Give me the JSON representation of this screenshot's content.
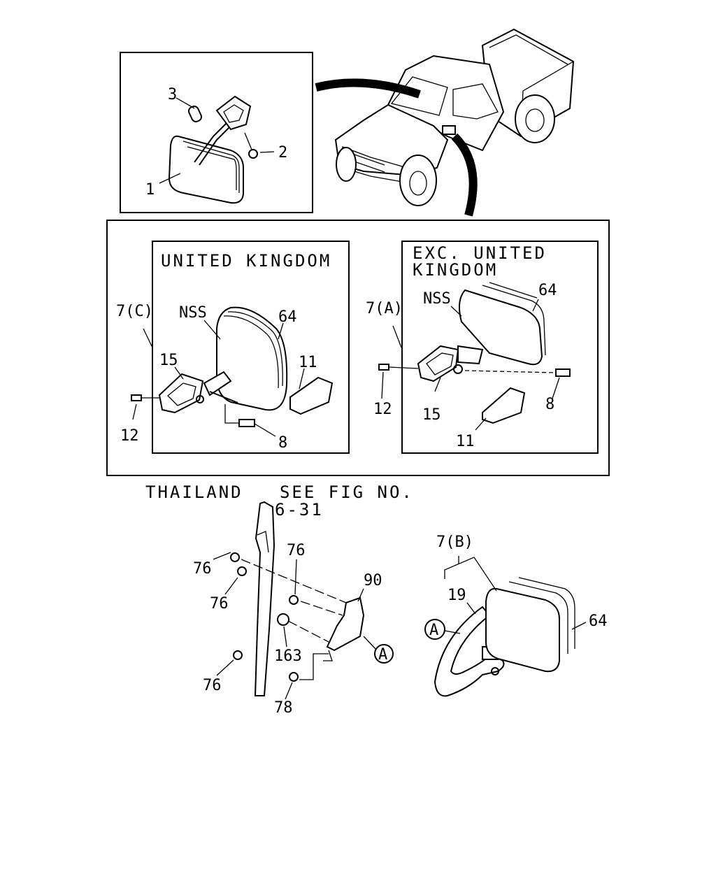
{
  "panels": {
    "uk": {
      "heading": "UNITED KINGDOM"
    },
    "exc_uk": {
      "heading_line1": "EXC. UNITED",
      "heading_line2": "KINGDOM"
    },
    "thailand": {
      "note_line1": "THAILAND   SEE FIG NO.",
      "note_line2": "6-31"
    }
  },
  "callouts": {
    "inner_mirror": [
      "3",
      "2",
      "1"
    ],
    "uk": [
      "7(C)",
      "NSS",
      "64",
      "15",
      "11",
      "12",
      "8"
    ],
    "exc_uk": [
      "7(A)",
      "NSS",
      "64",
      "12",
      "15",
      "8",
      "11"
    ],
    "thailand_bracket": [
      "76",
      "76",
      "76",
      "76",
      "90",
      "163",
      "78"
    ],
    "thailand_mirror": [
      "7(B)",
      "19",
      "64"
    ],
    "circle_refs": [
      "A",
      "A"
    ]
  }
}
